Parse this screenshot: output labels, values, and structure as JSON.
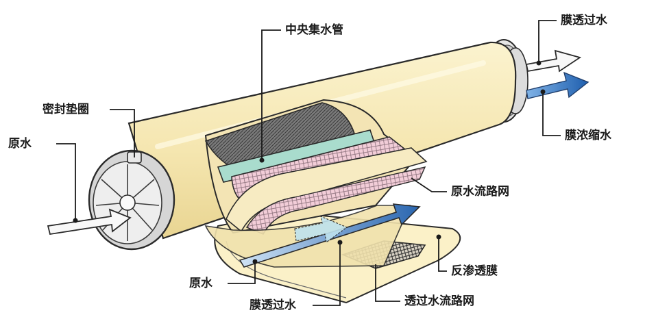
{
  "labels": {
    "central_pipe": "中央集水管",
    "permeate_out": "膜透过水",
    "seal_ring": "密封垫圈",
    "feed_left": "原水",
    "concentrate_out": "膜浓缩水",
    "feed_spacer": "原水流路网",
    "ro_membrane": "反渗透膜",
    "feed_bottom": "原水",
    "permeate_bottom": "膜透过水",
    "permeate_spacer": "透过水流路网"
  },
  "colors": {
    "housing": "#f6eab8",
    "outline": "#2a2a2a",
    "feed_arrow": "#2f6fb5",
    "spacer_pink": "#efc6d2",
    "pipe_green": "#9fd8c8",
    "leader": "#1a1a1a"
  }
}
